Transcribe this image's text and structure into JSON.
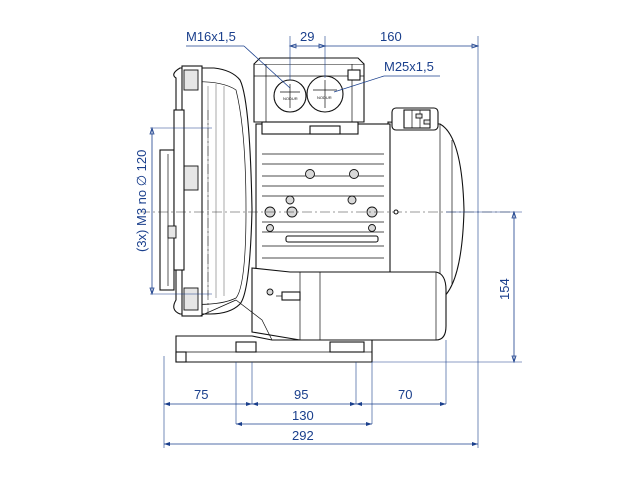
{
  "dimensions": {
    "thread_left": "M16x1,5",
    "thread_right": "M25x1,5",
    "top_gap": "29",
    "top_right": "160",
    "vertical_left": "(3x) M3 no ∅ 120",
    "vertical_right": "154",
    "bottom_left": "75",
    "bottom_mid": "95",
    "bottom_right": "70",
    "bottom_span": "130",
    "overall_width": "292"
  },
  "colors": {
    "dimension": "#1a3f8c",
    "outline": "#111111"
  }
}
